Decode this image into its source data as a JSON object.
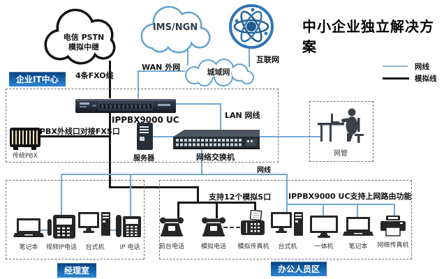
{
  "title": "中小企业独立解决方案",
  "legend": {
    "network_label": "网线",
    "analog_label": "模拟线",
    "network_color": "#6fa8d4",
    "analog_color": "#141414"
  },
  "clouds": {
    "pstn_line1": "电信 PSTN",
    "pstn_line2": "模拟中继",
    "ims": "IMS/NGN",
    "metro": "城域网",
    "internet": "互联网"
  },
  "zones": {
    "it_center": "企业IT中心",
    "manager": "经理室",
    "office": "办公人员区"
  },
  "labels": {
    "fxo": "4条FXO线",
    "wan": "WAN 外网",
    "lan": "LAN 网线",
    "ippbx_name": "IPPBX9000 UC",
    "pbx_fxs": "PBX外线口对接FXS口",
    "legacy_pbx": "传统PBX",
    "server": "服务器",
    "switch": "网络交换机",
    "net_admin": "网管",
    "net_line": "网线",
    "analog_ports": "支持12个模拟S口",
    "router_feature": "IPPBX9000 UC支持上网路由功能"
  },
  "manager_devices": [
    {
      "label": "笔记本",
      "icon": "laptop-icon"
    },
    {
      "label": "视频IP电话",
      "icon": "video-ip-phone-icon"
    },
    {
      "label": "台式机",
      "icon": "desktop-icon"
    },
    {
      "label": "IP 电话",
      "icon": "ip-phone-icon"
    }
  ],
  "office_devices": [
    {
      "label": "前台电话",
      "icon": "analog-phone-icon"
    },
    {
      "label": "模拟电话",
      "icon": "analog-phone-icon"
    },
    {
      "label": "模拟传真机",
      "icon": "fax-icon"
    },
    {
      "label": "台式机",
      "icon": "desktop-icon"
    },
    {
      "label": "一体机",
      "icon": "monitor-icon"
    },
    {
      "label": "笔记本",
      "icon": "laptop-icon"
    },
    {
      "label": "网络传真机",
      "icon": "printer-icon"
    }
  ],
  "colors": {
    "cloud_blue": "#62a3cc",
    "globe_blue": "#2e75b6",
    "device_dark": "#262626",
    "zone_tag_blue": "#1565b0"
  }
}
